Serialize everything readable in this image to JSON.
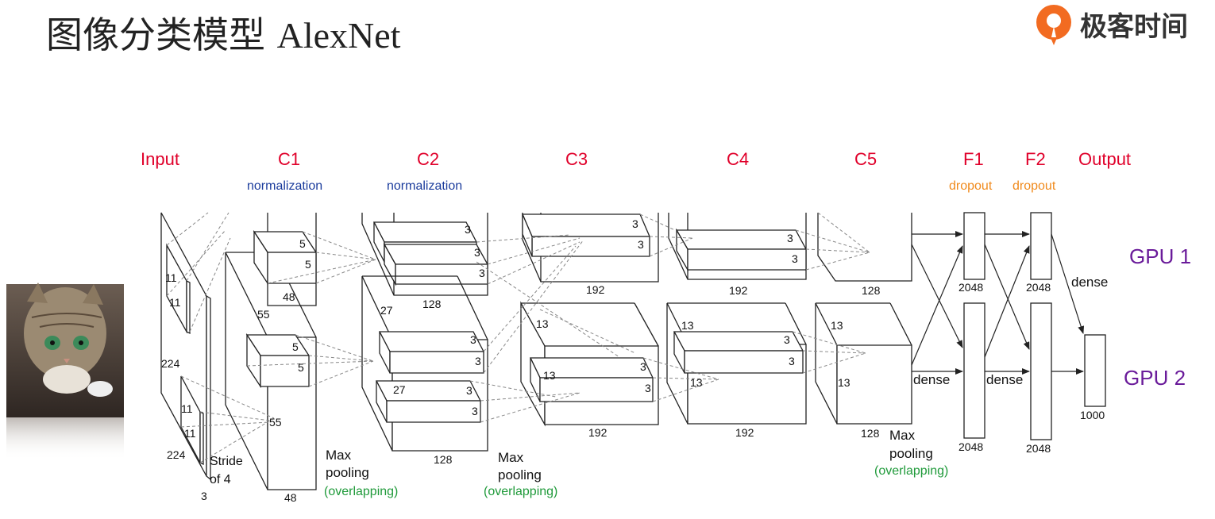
{
  "header": {
    "title_cn": "图像分类模型",
    "title_en": "AlexNet",
    "brand_text": "极客时间",
    "brand_icon": "geektime-logo-icon"
  },
  "colors": {
    "stage_label": "#e0002a",
    "normalization": "#1a3b9c",
    "dropout": "#f08a1c",
    "pooling_note": "#1f9a3a",
    "gpu_label": "#6a1b9a",
    "line": "#222222",
    "dashed": "#888888"
  },
  "stages": {
    "input": "Input",
    "c1": "C1",
    "c2": "C2",
    "c3": "C3",
    "c4": "C4",
    "c5": "C5",
    "f1": "F1",
    "f2": "F2",
    "output": "Output"
  },
  "notes": {
    "c1_norm": "normalization",
    "c2_norm": "normalization",
    "f1_drop": "dropout",
    "f2_drop": "dropout"
  },
  "gpu": {
    "gpu1": "GPU 1",
    "gpu2": "GPU 2"
  },
  "input_dims": {
    "k11a": "11",
    "k11b": "11",
    "k11c": "11",
    "k11d": "11",
    "h224": "224",
    "w224": "224",
    "d3": "3",
    "stride_1": "Stride",
    "stride_2": "of 4"
  },
  "c1_dims": {
    "k5a": "5",
    "k5b": "5",
    "k5c": "5",
    "k5d": "5",
    "d48top": "48",
    "d48bot": "48",
    "h55": "55",
    "w55": "55"
  },
  "c2_dims": {
    "k3a": "3",
    "k3b": "3",
    "k3c": "3",
    "k3d": "3",
    "k3e": "3",
    "k3f": "3",
    "d128top": "128",
    "d128bot": "128",
    "h27": "27",
    "w27": "27"
  },
  "c3_dims": {
    "k3a": "3",
    "k3b": "3",
    "k3c": "3",
    "k3d": "3",
    "d192top": "192",
    "d192bot": "192",
    "h13": "13",
    "w13": "13"
  },
  "c4_dims": {
    "k3a": "3",
    "k3b": "3",
    "k3c": "3",
    "k3d": "3",
    "d192top": "192",
    "d192bot": "192",
    "h13": "13",
    "w13": "13"
  },
  "c5_dims": {
    "d128top": "128",
    "d128bot": "128",
    "h13": "13",
    "w13": "13"
  },
  "fc_dims": {
    "f1top": "2048",
    "f1bot": "2048",
    "f2top": "2048",
    "f2bot": "2048",
    "out": "1000"
  },
  "pooling": {
    "p1_a": "Max",
    "p1_b": "pooling",
    "p1_c": "(overlapping)",
    "p2_a": "Max",
    "p2_b": "pooling",
    "p2_c": "(overlapping)",
    "p3_a": "Max",
    "p3_b": "pooling",
    "p3_c": "(overlapping)"
  },
  "dense": {
    "d1": "dense",
    "d2": "dense",
    "d3": "dense"
  }
}
